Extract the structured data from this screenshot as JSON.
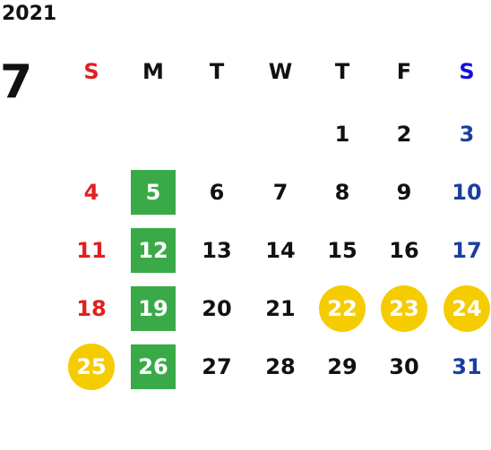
{
  "year": "2021",
  "month": "7",
  "colors": {
    "sunday": "#e02020",
    "saturday": "#1a3fa0",
    "saturday_header": "#1010e0",
    "weekday": "#111111",
    "green_highlight": "#3aaa48",
    "yellow_highlight": "#f5cc00"
  },
  "weekdays": [
    {
      "label": "S",
      "kind": "sunday"
    },
    {
      "label": "M",
      "kind": "weekday"
    },
    {
      "label": "T",
      "kind": "weekday"
    },
    {
      "label": "W",
      "kind": "weekday"
    },
    {
      "label": "T",
      "kind": "weekday"
    },
    {
      "label": "F",
      "kind": "weekday"
    },
    {
      "label": "S",
      "kind": "saturday_header"
    }
  ],
  "weeks": [
    [
      null,
      null,
      null,
      null,
      {
        "day": "1"
      },
      {
        "day": "2"
      },
      {
        "day": "3"
      }
    ],
    [
      {
        "day": "4"
      },
      {
        "day": "5",
        "highlight": "green"
      },
      {
        "day": "6"
      },
      {
        "day": "7"
      },
      {
        "day": "8"
      },
      {
        "day": "9"
      },
      {
        "day": "10"
      }
    ],
    [
      {
        "day": "11"
      },
      {
        "day": "12",
        "highlight": "green"
      },
      {
        "day": "13"
      },
      {
        "day": "14"
      },
      {
        "day": "15"
      },
      {
        "day": "16"
      },
      {
        "day": "17"
      }
    ],
    [
      {
        "day": "18"
      },
      {
        "day": "19",
        "highlight": "green"
      },
      {
        "day": "20"
      },
      {
        "day": "21"
      },
      {
        "day": "22",
        "highlight": "yellow"
      },
      {
        "day": "23",
        "highlight": "yellow"
      },
      {
        "day": "24",
        "highlight": "yellow"
      }
    ],
    [
      {
        "day": "25",
        "highlight": "yellow"
      },
      {
        "day": "26",
        "highlight": "green"
      },
      {
        "day": "27"
      },
      {
        "day": "28"
      },
      {
        "day": "29"
      },
      {
        "day": "30"
      },
      {
        "day": "31"
      }
    ]
  ]
}
